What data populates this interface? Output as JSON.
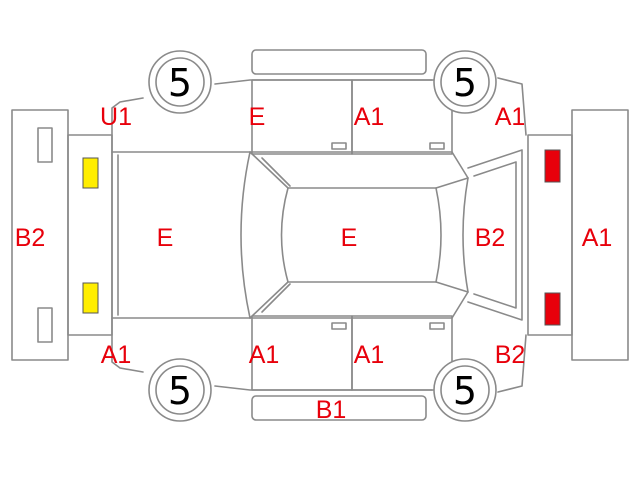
{
  "colors": {
    "outline": "#8a8a8a",
    "label_red": "#e8000b",
    "front_lamp": "#ffee00",
    "rear_lamp": "#e8000b"
  },
  "wheels": {
    "front_left": "5",
    "rear_left": "5",
    "front_right": "5",
    "rear_right": "5"
  },
  "labels": {
    "front_bumper": "B2",
    "left_front_fender": "U1",
    "left_front_door": "E",
    "left_rear_door": "A1",
    "left_rear_quarter": "A1",
    "hood": "E",
    "roof": "E",
    "rear_glass": "B2",
    "rear_bumper": "A1",
    "right_front_fender": "A1",
    "right_front_door": "A1",
    "right_rear_door": "A1",
    "right_rear_quarter": "B2",
    "right_rocker": "B1"
  }
}
